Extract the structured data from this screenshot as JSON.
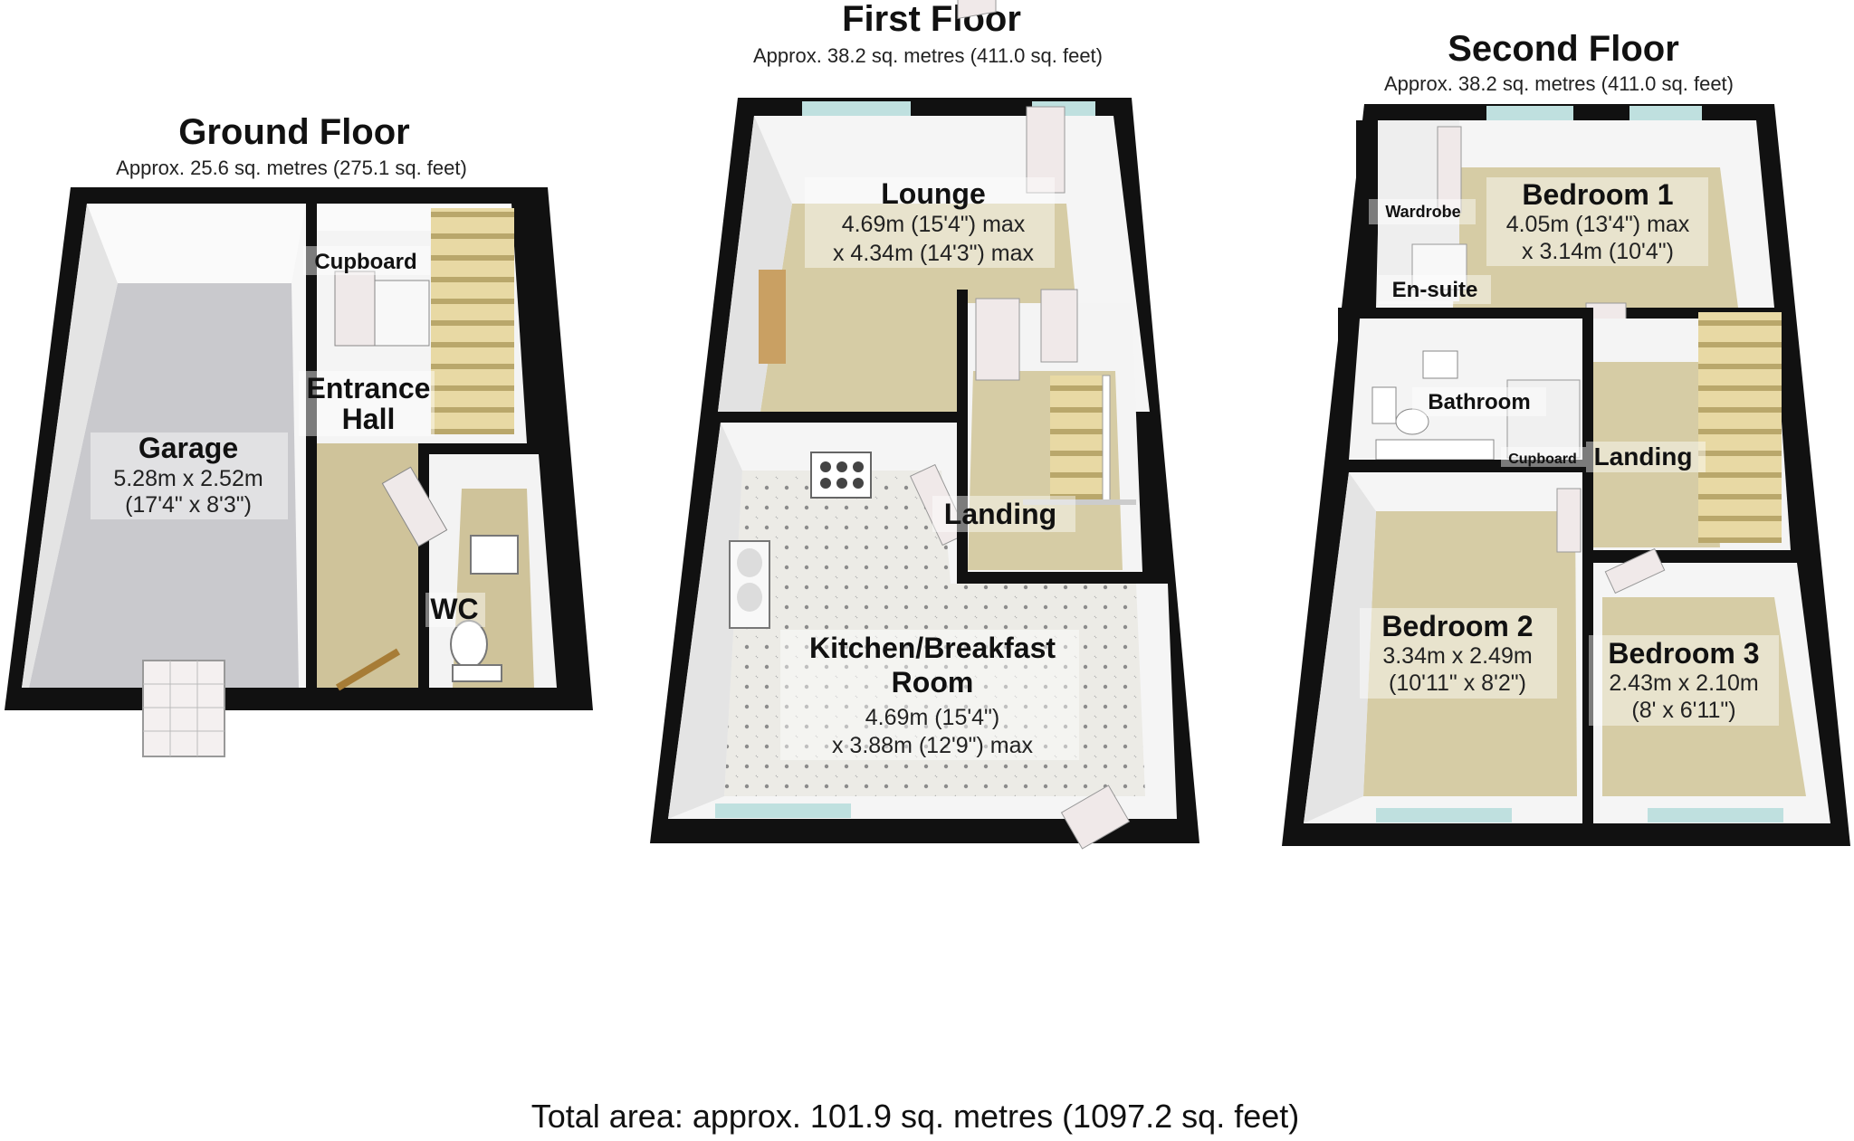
{
  "floors": {
    "ground": {
      "title": "Ground Floor",
      "area": "Approx. 25.6 sq. metres (275.1 sq. feet)",
      "rooms": {
        "garage": {
          "name": "Garage",
          "dim1": "5.28m x 2.52m",
          "dim2": "(17'4\" x 8'3\")"
        },
        "cupboard": {
          "name": "Cupboard"
        },
        "entrance_hall": {
          "line1": "Entrance",
          "line2": "Hall"
        },
        "wc": {
          "name": "WC"
        }
      }
    },
    "first": {
      "title": "First Floor",
      "area": "Approx. 38.2 sq. metres (411.0 sq. feet)",
      "rooms": {
        "lounge": {
          "name": "Lounge",
          "dim1": "4.69m (15'4\") max",
          "dim2": "x 4.34m (14'3\") max"
        },
        "landing": {
          "name": "Landing"
        },
        "kitchen": {
          "line1": "Kitchen/Breakfast",
          "line2": "Room",
          "dim1": "4.69m (15'4\")",
          "dim2": "x 3.88m (12'9\") max"
        }
      }
    },
    "second": {
      "title": "Second Floor",
      "area": "Approx. 38.2 sq. metres (411.0 sq. feet)",
      "rooms": {
        "wardrobe": {
          "name": "Wardrobe"
        },
        "bedroom1": {
          "name": "Bedroom 1",
          "dim1": "4.05m (13'4\") max",
          "dim2": "x 3.14m (10'4\")"
        },
        "ensuite": {
          "name": "En-suite"
        },
        "bathroom": {
          "name": "Bathroom"
        },
        "cupboard": {
          "name": "Cupboard"
        },
        "landing": {
          "name": "Landing"
        },
        "bedroom2": {
          "name": "Bedroom 2",
          "dim1": "3.34m x 2.49m",
          "dim2": "(10'11\" x 8'2\")"
        },
        "bedroom3": {
          "name": "Bedroom 3",
          "dim1": "2.43m x 2.10m",
          "dim2": "(8' x 6'11\")"
        }
      }
    }
  },
  "total_area": "Total area: approx. 101.9 sq. metres (1097.2 sq. feet)",
  "colors": {
    "wall": "#111111",
    "carpet": "#d9cfa8",
    "garage_floor": "#c8c8cc",
    "tile_floor": "#ecebe6",
    "interior_wall": "#f3f3f3",
    "window": "#bfe0df"
  }
}
